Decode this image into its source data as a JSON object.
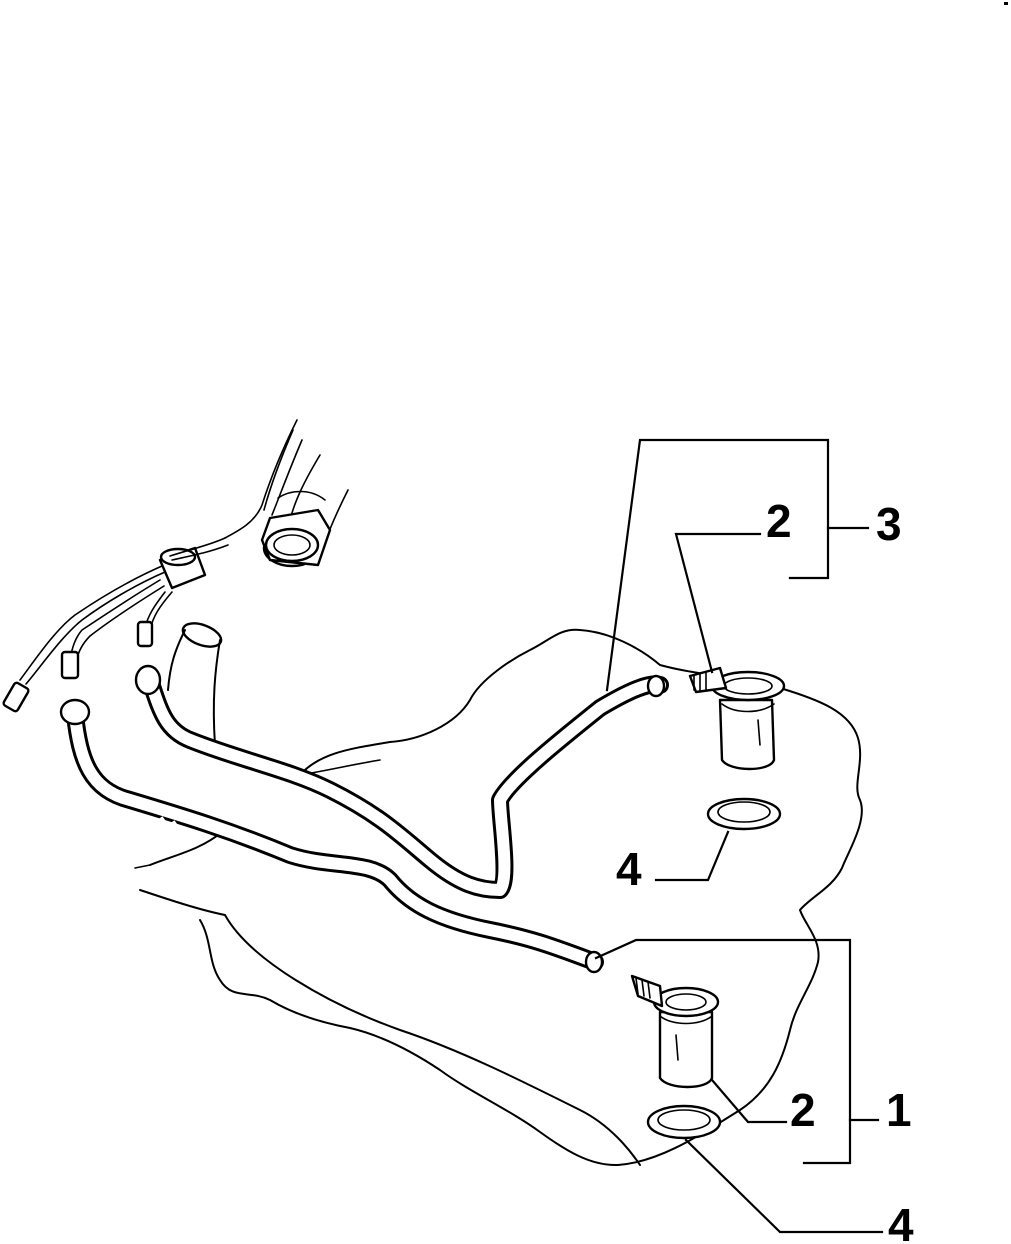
{
  "callouts": {
    "top_group_number": "3",
    "top_pump_number": "2",
    "top_seal_number": "4",
    "bottom_group_number": "1",
    "bottom_pump_number": "2",
    "bottom_seal_number": "4"
  }
}
